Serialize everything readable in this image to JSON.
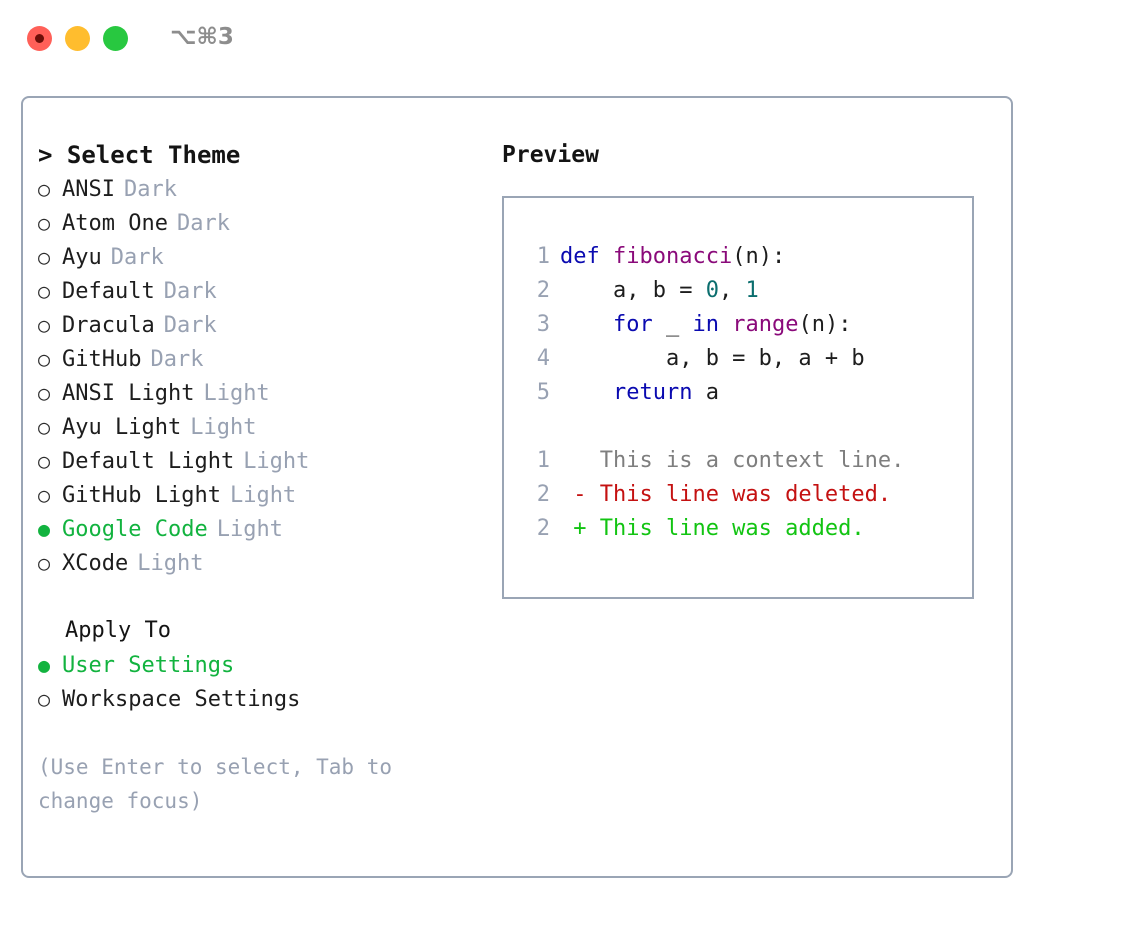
{
  "titlebar": {
    "shortcut": "⌥⌘3",
    "lights": [
      {
        "name": "close-button",
        "color": "#ff6058"
      },
      {
        "name": "minimize-button",
        "color": "#ffbd2e"
      },
      {
        "name": "maximize-button",
        "color": "#28c840"
      }
    ]
  },
  "theme_picker": {
    "heading": "> Select Theme",
    "selected_marker": "●",
    "unselected_marker": "○",
    "accent_color": "#12b33f",
    "items": [
      {
        "name": "ANSI",
        "kind": "Dark",
        "selected": false
      },
      {
        "name": "Atom One",
        "kind": "Dark",
        "selected": false
      },
      {
        "name": "Ayu",
        "kind": "Dark",
        "selected": false
      },
      {
        "name": "Default",
        "kind": "Dark",
        "selected": false
      },
      {
        "name": "Dracula",
        "kind": "Dark",
        "selected": false
      },
      {
        "name": "GitHub",
        "kind": "Dark",
        "selected": false
      },
      {
        "name": "ANSI Light",
        "kind": "Light",
        "selected": false
      },
      {
        "name": "Ayu Light",
        "kind": "Light",
        "selected": false
      },
      {
        "name": "Default Light",
        "kind": "Light",
        "selected": false
      },
      {
        "name": "GitHub Light",
        "kind": "Light",
        "selected": false
      },
      {
        "name": "Google Code",
        "kind": "Light",
        "selected": true
      },
      {
        "name": "XCode",
        "kind": "Light",
        "selected": false
      }
    ]
  },
  "apply_to": {
    "label": "Apply To",
    "options": [
      {
        "name": "User Settings",
        "selected": true
      },
      {
        "name": "Workspace Settings",
        "selected": false
      }
    ]
  },
  "hint": "(Use Enter to select, Tab to change focus)",
  "preview": {
    "title": "Preview",
    "code_lines": [
      {
        "no": "1",
        "tokens": [
          {
            "t": "def ",
            "c": "kw"
          },
          {
            "t": "fibonacci",
            "c": "fn"
          },
          {
            "t": "(n):",
            "c": "pl"
          }
        ]
      },
      {
        "no": "2",
        "tokens": [
          {
            "t": "    a, b = ",
            "c": "pl"
          },
          {
            "t": "0",
            "c": "num"
          },
          {
            "t": ", ",
            "c": "pl"
          },
          {
            "t": "1",
            "c": "num"
          }
        ]
      },
      {
        "no": "3",
        "tokens": [
          {
            "t": "    ",
            "c": "pl"
          },
          {
            "t": "for",
            "c": "kw"
          },
          {
            "t": " _ ",
            "c": "pl"
          },
          {
            "t": "in",
            "c": "kw"
          },
          {
            "t": " ",
            "c": "pl"
          },
          {
            "t": "range",
            "c": "fn"
          },
          {
            "t": "(n):",
            "c": "pl"
          }
        ]
      },
      {
        "no": "4",
        "tokens": [
          {
            "t": "        a, b = b, a + b",
            "c": "pl"
          }
        ]
      },
      {
        "no": "5",
        "tokens": [
          {
            "t": "    ",
            "c": "pl"
          },
          {
            "t": "return",
            "c": "kw"
          },
          {
            "t": " a",
            "c": "pl"
          }
        ]
      }
    ],
    "diff_lines": [
      {
        "no": "1",
        "marker": "  ",
        "text": "This is a context line.",
        "c": "ctx"
      },
      {
        "no": "2",
        "marker": "- ",
        "text": "This line was deleted.",
        "c": "del"
      },
      {
        "no": "2",
        "marker": "+ ",
        "text": "This line was added.",
        "c": "add"
      }
    ],
    "syntax_colors": {
      "keyword": "#0a0ab0",
      "function": "#8a0a7a",
      "number": "#0b6e6e",
      "plain": "#1d1d1d",
      "line_number": "#98a1b2",
      "diff_context": "#7e7e7e",
      "diff_deleted": "#c41111",
      "diff_added": "#12c412"
    }
  }
}
